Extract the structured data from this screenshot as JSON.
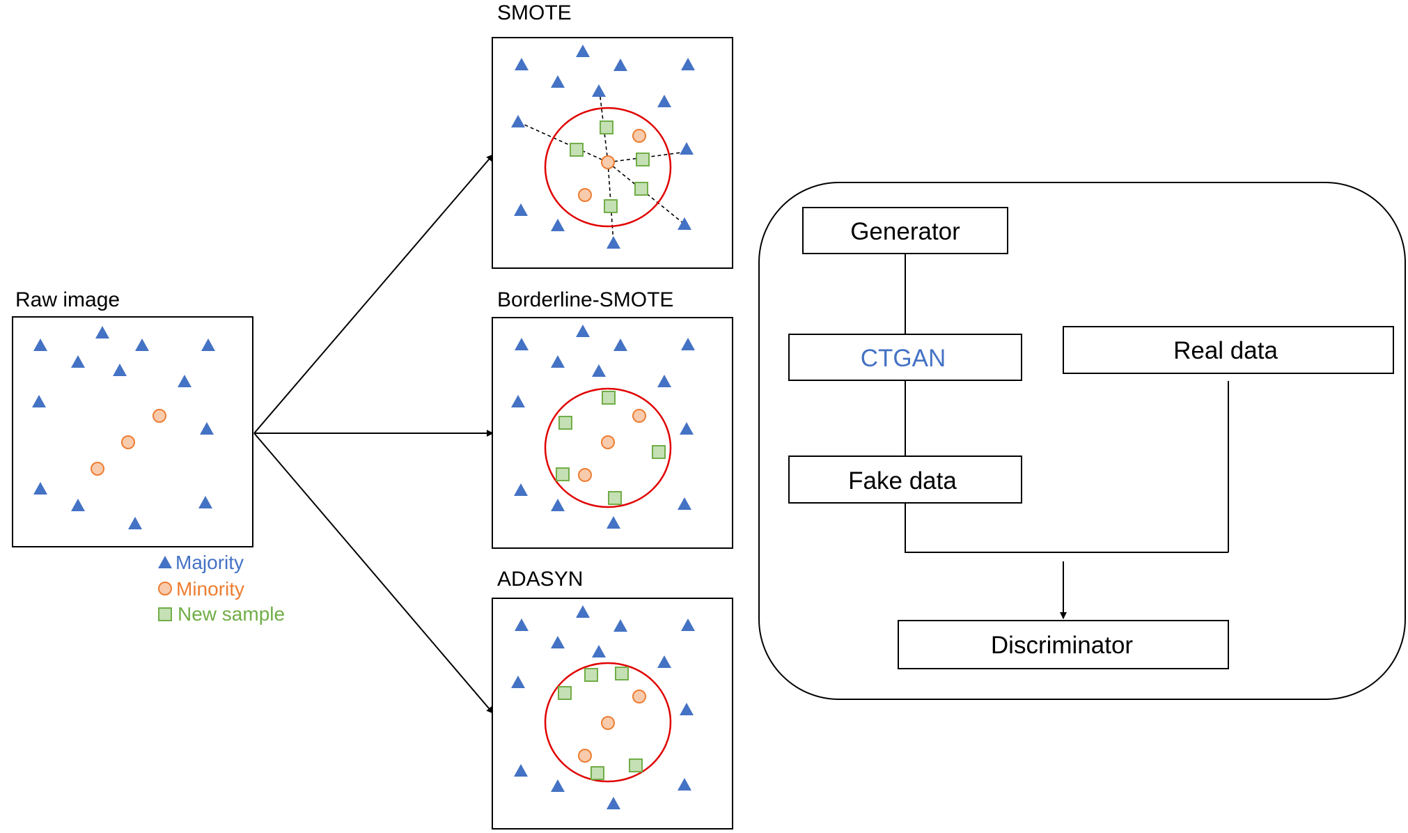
{
  "colors": {
    "majority": "#4472C4",
    "minority": "#ED7D31",
    "minority_fill": "#F8CBAD",
    "new_sample": "#70AD47",
    "new_sample_fill": "#C5E0B4",
    "circle": "#E00000",
    "line": "#000000",
    "ctgan_text": "#4472C4"
  },
  "icons": {
    "majority": "triangle-icon",
    "minority": "circle-icon",
    "new_sample": "square-icon"
  },
  "raw_panel": {
    "title": "Raw image"
  },
  "legend": {
    "majority": "Majority",
    "minority": "Minority",
    "new_sample": "New sample"
  },
  "smote_panel": {
    "title": "SMOTE"
  },
  "borderline_panel": {
    "title": "Borderline-SMOTE"
  },
  "adasyn_panel": {
    "title": "ADASYN"
  },
  "gan": {
    "generator": "Generator",
    "ctgan": "CTGAN",
    "real_data": "Real data",
    "fake_data": "Fake data",
    "discriminator": "Discriminator"
  }
}
